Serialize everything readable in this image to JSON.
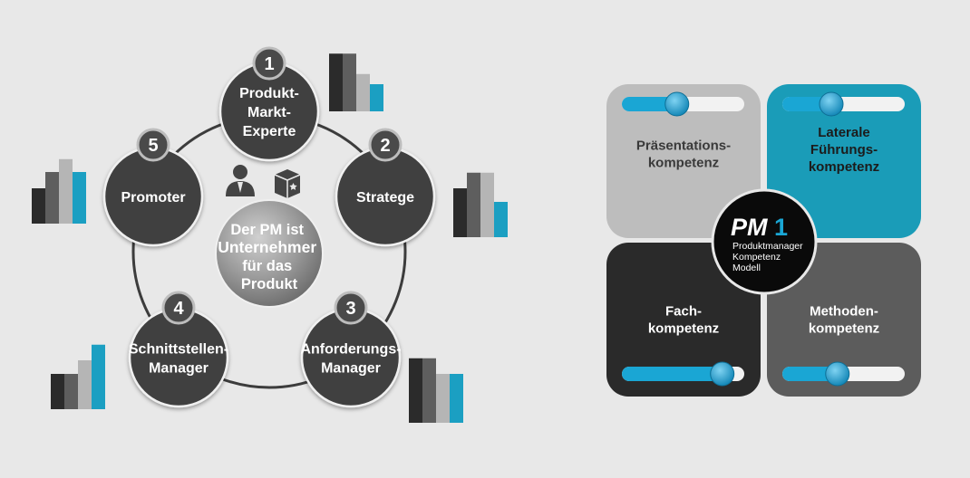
{
  "left_diagram": {
    "center": {
      "lines": [
        "Der PM ist",
        "Unternehmer",
        "für das",
        "Produkt"
      ]
    },
    "roles": [
      {
        "number": "1",
        "lines": [
          "Produkt-",
          "Markt-",
          "Experte"
        ],
        "bars": [
          0.85,
          0.85,
          0.55,
          0.4
        ]
      },
      {
        "number": "2",
        "lines": [
          "Stratege"
        ],
        "bars": [
          0.72,
          0.95,
          0.95,
          0.52
        ]
      },
      {
        "number": "3",
        "lines": [
          "Anforderungs-",
          "Manager"
        ],
        "bars": [
          0.95,
          0.95,
          0.72,
          0.72
        ]
      },
      {
        "number": "4",
        "lines": [
          "Schnittstellen-",
          "Manager"
        ],
        "bars": [
          0.52,
          0.52,
          0.72,
          0.95
        ]
      },
      {
        "number": "5",
        "lines": [
          "Promoter"
        ],
        "bars": [
          0.52,
          0.76,
          0.95,
          0.76
        ]
      }
    ],
    "bar_colors": [
      "#2b2b2b",
      "#5e5e5e",
      "#b5b5b5",
      "#1b9fc2"
    ]
  },
  "right_diagram": {
    "logo": {
      "text": "PM",
      "mark": "1",
      "subtitle_lines": [
        "Produktmanager",
        "Kompetenz",
        "Modell"
      ]
    },
    "quadrants": [
      {
        "id": "praesentation",
        "lines": [
          "Präsentations-",
          "kompetenz"
        ],
        "level": 0.45,
        "bg": "#bdbdbd",
        "text_color": "#3a3a3a"
      },
      {
        "id": "fuehrung",
        "lines": [
          "Laterale",
          "Führungs-",
          "kompetenz"
        ],
        "level": 0.4,
        "bg": "#1a9cb8",
        "text_color": "#1c1c1c"
      },
      {
        "id": "fach",
        "lines": [
          "Fach-",
          "kompetenz"
        ],
        "level": 0.82,
        "bg": "#2a2a2a",
        "text_color": "#ffffff"
      },
      {
        "id": "methoden",
        "lines": [
          "Methoden-",
          "kompetenz"
        ],
        "level": 0.45,
        "bg": "#5c5c5c",
        "text_color": "#ffffff"
      }
    ],
    "slider_colors": {
      "track": "#f2f2f2",
      "fill": "#1aa6d4",
      "knob": "#1d9bd0"
    }
  }
}
